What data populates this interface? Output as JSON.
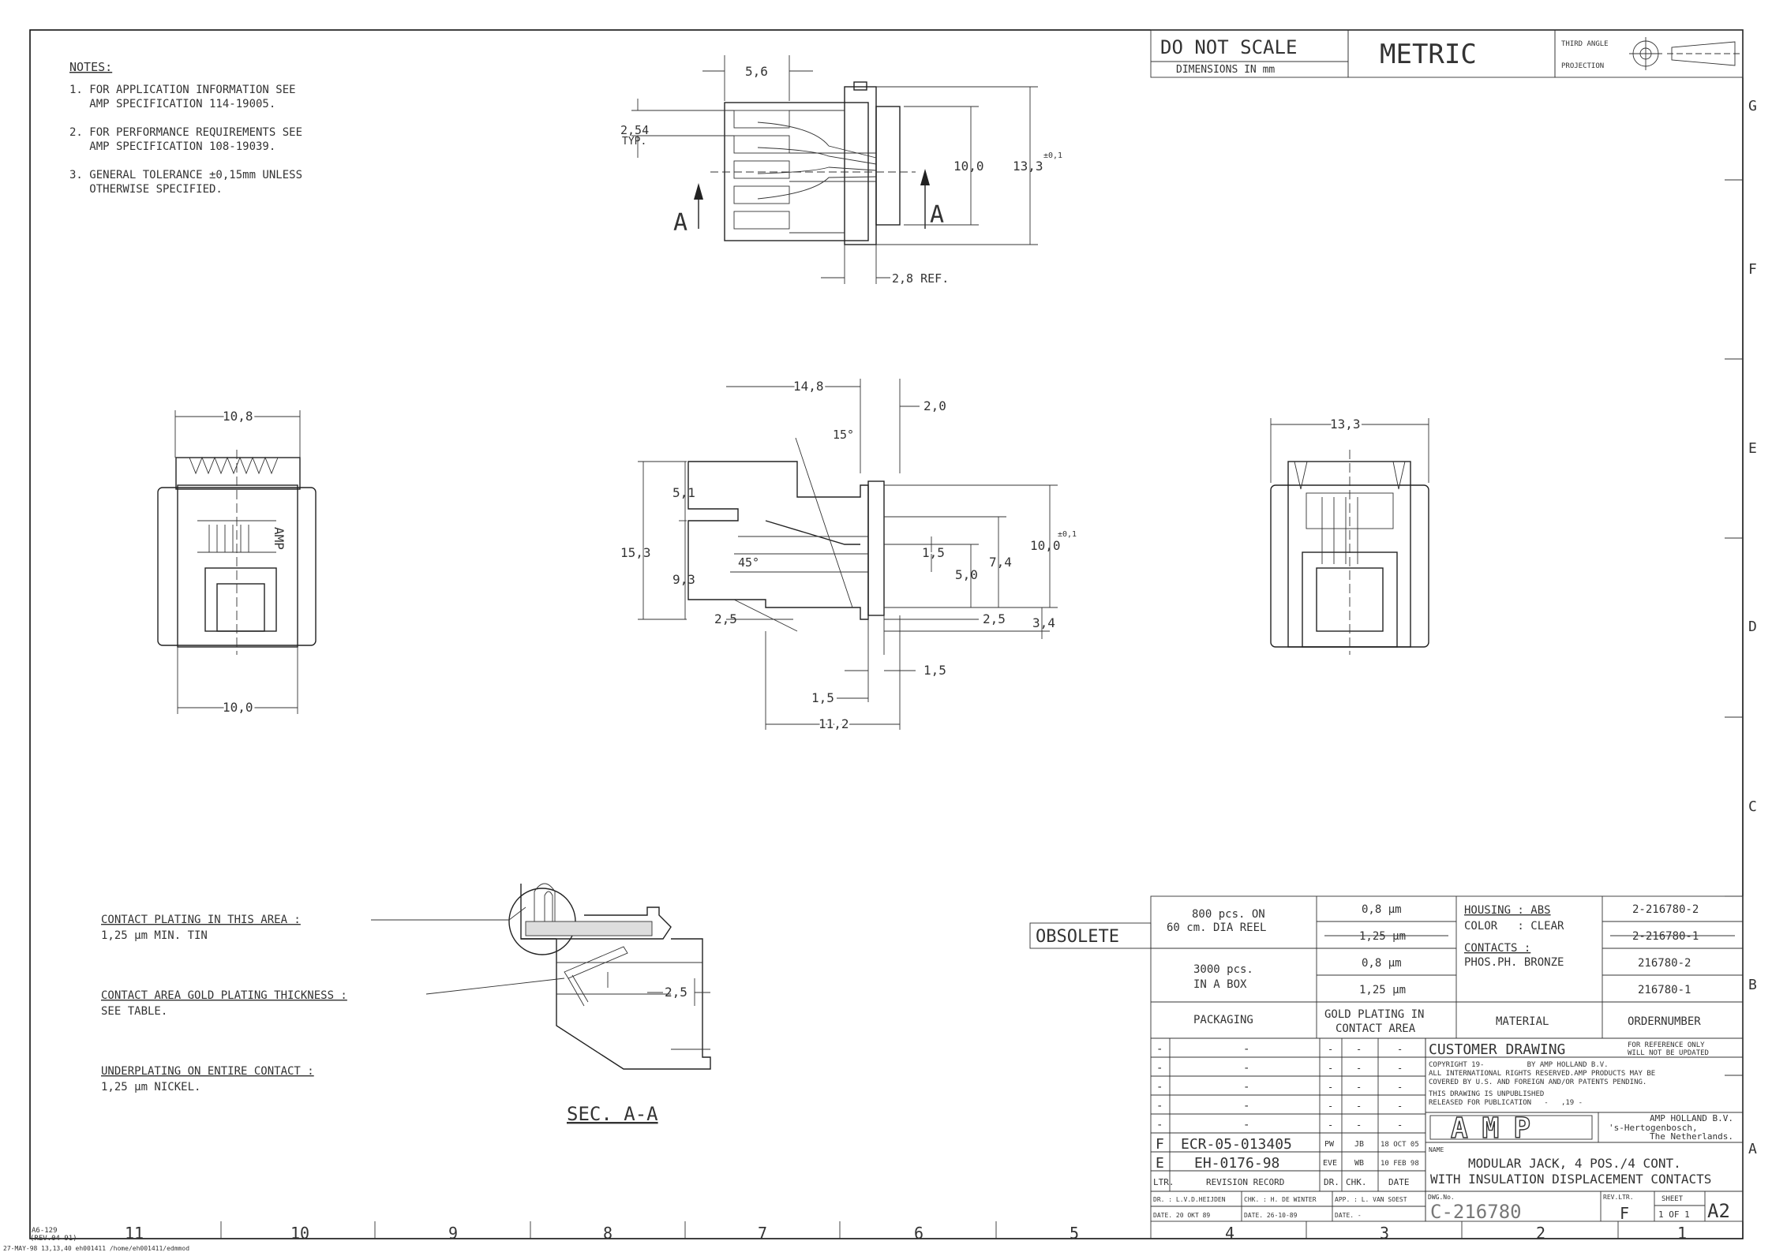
{
  "title_block": {
    "do_not_scale": "DO NOT SCALE",
    "dimensions_in": "DIMENSIONS IN mm",
    "metric": "METRIC",
    "projection_line1": "THIRD ANGLE",
    "projection_line2": "PROJECTION",
    "customer_drawing": "CUSTOMER DRAWING",
    "for_reference_1": "FOR REFERENCE ONLY",
    "for_reference_2": "WILL NOT BE UPDATED",
    "copyright_1": "COPYRIGHT 19-          BY AMP HOLLAND B.V.",
    "copyright_2": "ALL INTERNATIONAL RIGHTS RESERVED.AMP PRODUCTS MAY BE",
    "copyright_3": "COVERED BY U.S. AND FOREIGN  AND/OR PATENTS PENDING.",
    "unpublished_1": "THIS DRAWING IS UNPUBLISHED",
    "unpublished_2": "RELEASED FOR PUBLICATION   -   ,19 -",
    "company_1": "AMP HOLLAND B.V.",
    "company_2": "'s-Hertogenbosch,",
    "company_3": "The Netherlands.",
    "logo_text": "AMP",
    "name_label": "NAME",
    "name_line1": "MODULAR JACK, 4 POS./4 CONT.",
    "name_line2": "WITH INSULATION DISPLACEMENT CONTACTS",
    "dwg_no_label": "DWG.No.",
    "dwg_no": "C-216780",
    "rev_ltr_label": "REV.LTR.",
    "rev_ltr": "F",
    "sheet_label": "SHEET",
    "sheet": "1 OF 1",
    "size": "A2",
    "dr": "DR. : L.V.D.HEIJDEN",
    "dr_date": "DATE.  20 OKT 89",
    "chk": "CHK. : H. DE WINTER",
    "chk_date": "DATE.  26-10-89",
    "app": "APP. : L. VAN SOEST",
    "app_date": "DATE.      -"
  },
  "notes": {
    "heading": "NOTES:",
    "items": [
      "1. FOR APPLICATION INFORMATION SEE",
      "   AMP SPECIFICATION 114-19005.",
      "2. FOR PERFORMANCE REQUIREMENTS SEE",
      "   AMP SPECIFICATION 108-19039.",
      "3. GENERAL TOLERANCE ±0,15mm UNLESS",
      "   OTHERWISE SPECIFIED."
    ]
  },
  "callouts": {
    "plating_area": "CONTACT PLATING IN THIS AREA :",
    "plating_area_val": "1,25 µm MIN. TIN",
    "gold_thickness": "CONTACT AREA GOLD PLATING THICKNESS :",
    "gold_thickness_val": "SEE TABLE.",
    "underplating": "UNDERPLATING ON ENTIRE CONTACT :",
    "underplating_val": "1,25 µm NICKEL.",
    "section": "SEC. A-A",
    "obsolete": "OBSOLETE"
  },
  "dimensions": {
    "top_56": "5,6",
    "top_254": "2,54",
    "top_typ": "TYP.",
    "top_100": "10,0",
    "top_133": "13,3",
    "top_tol": "±0,1",
    "top_28": "2,8 REF.",
    "sec_a": "A",
    "front_108": "10,8",
    "front_100": "10,0",
    "side_148": "14,8",
    "side_20": "2,0",
    "side_15deg": "15°",
    "side_51": "5,1",
    "side_153": "15,3",
    "side_93": "9,3",
    "side_45deg": "45°",
    "side_25a": "2,5",
    "side_25b": "2,5",
    "side_15a": "1,5",
    "side_50": "5,0",
    "side_74": "7,4",
    "side_100": "10,0",
    "side_tol": "±0,1",
    "side_34": "3,4",
    "side_15b": "1,5",
    "side_15c": "1,5",
    "side_112": "11,2",
    "rear_133": "13,3",
    "sec_25": "2,5",
    "body_mark": "AMP"
  },
  "order_table": {
    "rows": [
      {
        "packaging": "800 pcs. ON",
        "packaging2": "60 cm. DIA REEL",
        "plating": "0,8 µm",
        "material": "HOUSING : ABS",
        "order": "2-216780-2"
      },
      {
        "packaging": "",
        "packaging2": "",
        "plating": "1,25 µm",
        "material": "COLOR   : CLEAR",
        "order": "2-216780-1"
      },
      {
        "packaging": "3000 pcs.",
        "packaging2": "IN A BOX",
        "plating": "0,8 µm",
        "material": "CONTACTS :",
        "order": "216780-2"
      },
      {
        "packaging": "",
        "packaging2": "",
        "plating": "1,25 µm",
        "material": "PHOS.PH. BRONZE",
        "order": "216780-1"
      }
    ],
    "h_packaging": "PACKAGING",
    "h_plating1": "GOLD PLATING IN",
    "h_plating2": "CONTACT AREA",
    "h_material": "MATERIAL",
    "h_order": "ORDERNUMBER"
  },
  "revisions": {
    "rows": [
      {
        "ltr": "-",
        "record": "-",
        "dr": "-",
        "chk": "-",
        "date": "-"
      },
      {
        "ltr": "-",
        "record": "-",
        "dr": "-",
        "chk": "-",
        "date": "-"
      },
      {
        "ltr": "-",
        "record": "-",
        "dr": "-",
        "chk": "-",
        "date": "-"
      },
      {
        "ltr": "-",
        "record": "-",
        "dr": "-",
        "chk": "-",
        "date": "-"
      },
      {
        "ltr": "-",
        "record": "-",
        "dr": "-",
        "chk": "-",
        "date": "-"
      },
      {
        "ltr": "F",
        "record": "ECR-05-013405",
        "dr": "PW",
        "chk": "JB",
        "date": "18 OCT 05"
      },
      {
        "ltr": "E",
        "record": "EH-0176-98",
        "dr": "EVE",
        "chk": "WB",
        "date": "10 FEB 98"
      }
    ],
    "h_ltr": "LTR.",
    "h_record": "REVISION RECORD",
    "h_dr": "DR.",
    "h_chk": "CHK.",
    "h_date": "DATE"
  },
  "zones": {
    "bottom": [
      "11",
      "10",
      "9",
      "8",
      "7",
      "6",
      "5",
      "4",
      "3",
      "2",
      "1"
    ],
    "right": [
      "G",
      "F",
      "E",
      "D",
      "C",
      "B",
      "A"
    ]
  },
  "footer": {
    "form_1": "A6-129",
    "form_2": "(REV.04-91)",
    "plot": "27-MAY-98    13,13,40   eh001411   /home/eh001411/edmmod"
  }
}
